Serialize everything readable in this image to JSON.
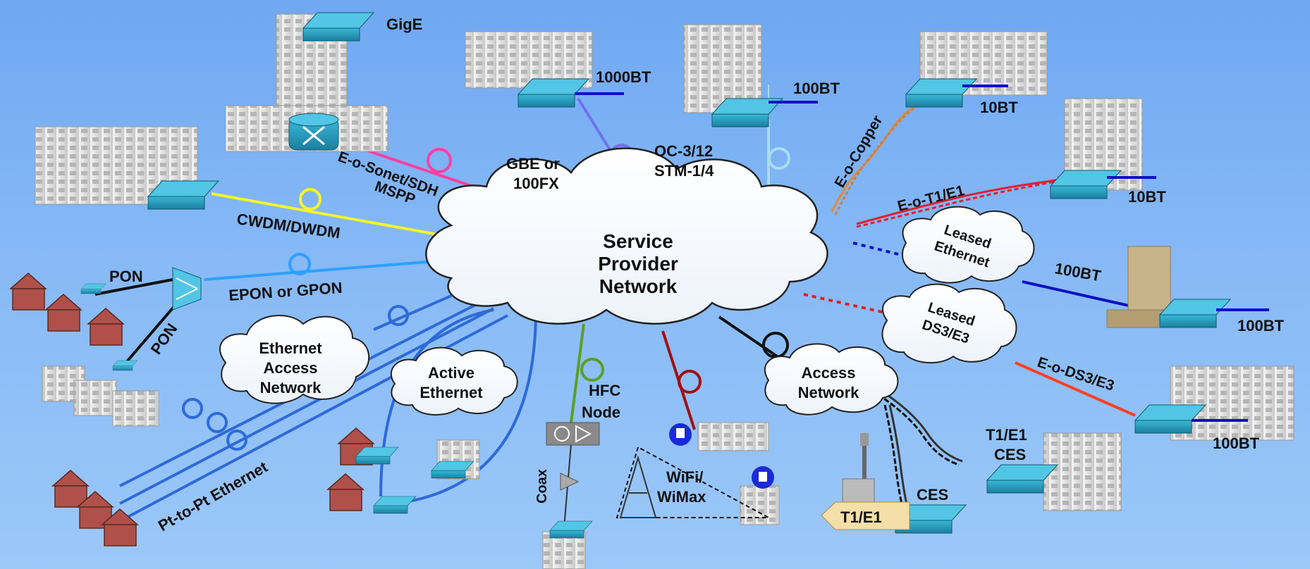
{
  "cloud": {
    "center_lines": [
      "Service",
      "Provider",
      "Network"
    ],
    "ethernet_access": [
      "Ethernet",
      "Access",
      "Network"
    ],
    "active_ethernet": [
      "Active",
      "Ethernet"
    ],
    "access_network": [
      "Access",
      "Network"
    ],
    "leased_ethernet": [
      "Leased",
      "Ethernet"
    ],
    "leased_ds3": [
      "Leased",
      "DS3/E3"
    ]
  },
  "labels": {
    "gige": "GigE",
    "bt1000": "1000BT",
    "bt100_top": "100BT",
    "bt10_top": "10BT",
    "bt10_mid": "10BT",
    "bt100_a": "100BT",
    "bt100_b": "100BT",
    "bt100_bottom": "100BT",
    "sonet": "E-o-Sonet/SDH",
    "mspp": "MSPP",
    "gbe1": "GBE or",
    "gbe2": "100FX",
    "oc1": "OC-3/12",
    "oc2": "STM-1/4",
    "eocopper": "E-o-Copper",
    "eot1": "E-o-T1/E1",
    "cwdm": "CWDM/DWDM",
    "pon_top": "PON",
    "pon_diag": "PON",
    "epon": "EPON or GPON",
    "ptp": "Pt-to-Pt Ethernet",
    "hfc1": "HFC",
    "hfc2": "Node",
    "coax": "Coax",
    "wifi1": "WiFi/",
    "wifi2": "WiMax",
    "eods3": "E-o-DS3/E3",
    "t1ces1": "T1/E1",
    "t1ces2": "CES",
    "ces": "CES",
    "t1e1_tag": "T1/E1"
  },
  "colors": {
    "pink": "#ff3fa0",
    "yellow": "#f5f52a",
    "cyan": "#2ea0ff",
    "purple": "#7070f0",
    "lightblue": "#a8dcf0",
    "copper": "#e08a3a",
    "red": "#e02030",
    "darkred": "#a01010",
    "green": "#5aa020",
    "orange_red": "#ff4020",
    "navy": "#1010c0",
    "blue_line": "#2e6ad8"
  }
}
